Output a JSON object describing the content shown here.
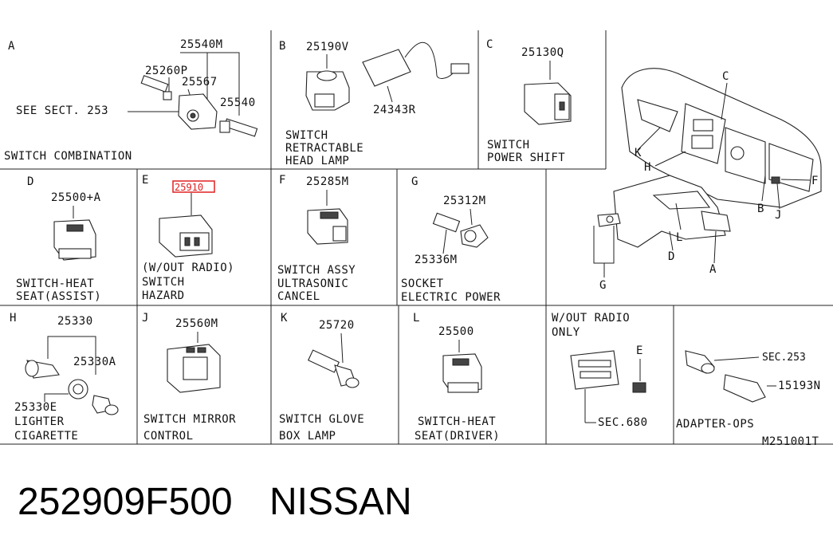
{
  "sections": {
    "A": {
      "letter": "A",
      "parts": [
        "25540M",
        "25260P",
        "25567",
        "25540"
      ],
      "note": "SEE SECT. 253",
      "caption1": "SWITCH COMBINATION"
    },
    "B": {
      "letter": "B",
      "parts": [
        "25190V",
        "24343R"
      ],
      "caption1": "SWITCH",
      "caption2": "RETRACTABLE",
      "caption3": "HEAD LAMP"
    },
    "C": {
      "letter": "C",
      "parts": [
        "25130Q"
      ],
      "caption1": "SWITCH",
      "caption2": "POWER SHIFT"
    },
    "D": {
      "letter": "D",
      "parts": [
        "25500+A"
      ],
      "caption1": "SWITCH-HEAT",
      "caption2": "SEAT(ASSIST)"
    },
    "E": {
      "letter": "E",
      "parts": [
        "25910"
      ],
      "caption1": "(W/OUT RADIO)",
      "caption2": "SWITCH",
      "caption3": "HAZARD"
    },
    "F": {
      "letter": "F",
      "parts": [
        "25285M"
      ],
      "caption1": "SWITCH ASSY",
      "caption2": "ULTRASONIC",
      "caption3": "CANCEL"
    },
    "G": {
      "letter": "G",
      "parts": [
        "25312M",
        "25336M"
      ],
      "caption1": "SOCKET",
      "caption2": "ELECTRIC POWER"
    },
    "H": {
      "letter": "H",
      "parts": [
        "25330",
        "25330A",
        "25330E"
      ],
      "caption1": "LIGHTER",
      "caption2": "CIGARETTE"
    },
    "J": {
      "letter": "J",
      "parts": [
        "25560M"
      ],
      "caption1": "SWITCH MIRROR",
      "caption2": "CONTROL"
    },
    "K": {
      "letter": "K",
      "parts": [
        "25720"
      ],
      "caption1": "SWITCH GLOVE",
      "caption2": "BOX LAMP"
    },
    "L": {
      "letter": "L",
      "parts": [
        "25500"
      ],
      "caption1": "SWITCH-HEAT",
      "caption2": "SEAT(DRIVER)"
    },
    "R": {
      "title1": "W/OUT RADIO",
      "title2": "ONLY",
      "ref_e": "E",
      "sec": "SEC.680"
    },
    "ADP": {
      "sec": "SEC.253",
      "part": "15193N",
      "caption1": "ADAPTER-OPS"
    }
  },
  "dash_callouts": {
    "C": "C",
    "K": "K",
    "H": "H",
    "F": "F",
    "B": "B",
    "J": "J",
    "L": "L",
    "D": "D",
    "A": "A",
    "G": "G"
  },
  "figure_id": "M251001T",
  "footer": {
    "part_number": "252909F500",
    "brand": "NISSAN"
  }
}
